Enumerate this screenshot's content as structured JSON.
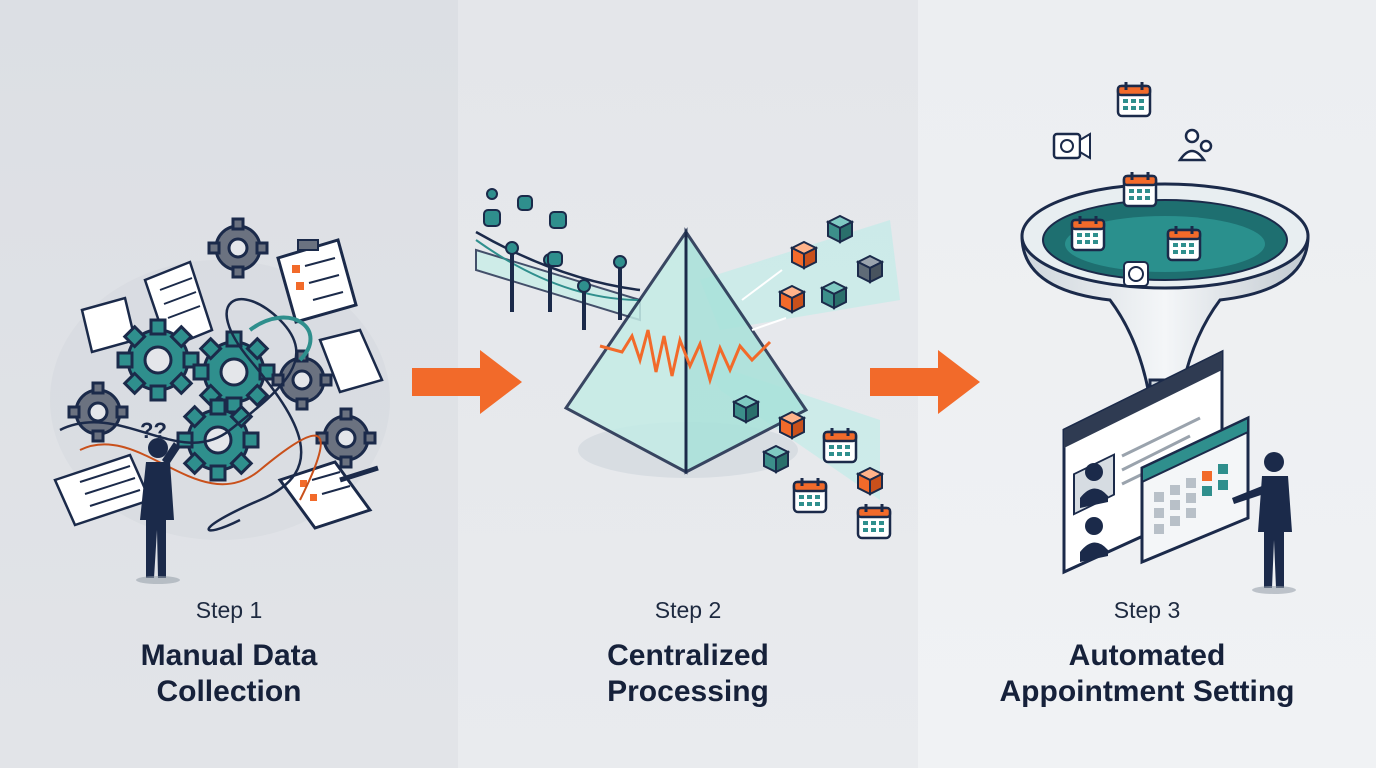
{
  "steps": [
    {
      "label": "Step 1",
      "title_line1": "Manual Data",
      "title_line2": "Collection",
      "icon": "tangled-gears-and-papers"
    },
    {
      "label": "Step 2",
      "title_line1": "Centralized",
      "title_line2": "Processing",
      "icon": "glass-pyramid-processor"
    },
    {
      "label": "Step 3",
      "title_line1": "Automated",
      "title_line2": "Appointment Setting",
      "icon": "calendar-funnel"
    }
  ],
  "confusion_mark": "??",
  "colors": {
    "accent": "#f26a2a",
    "teal": "#2f8f8d",
    "navy": "#1b2a4a",
    "glow": "#7fe3d8"
  }
}
